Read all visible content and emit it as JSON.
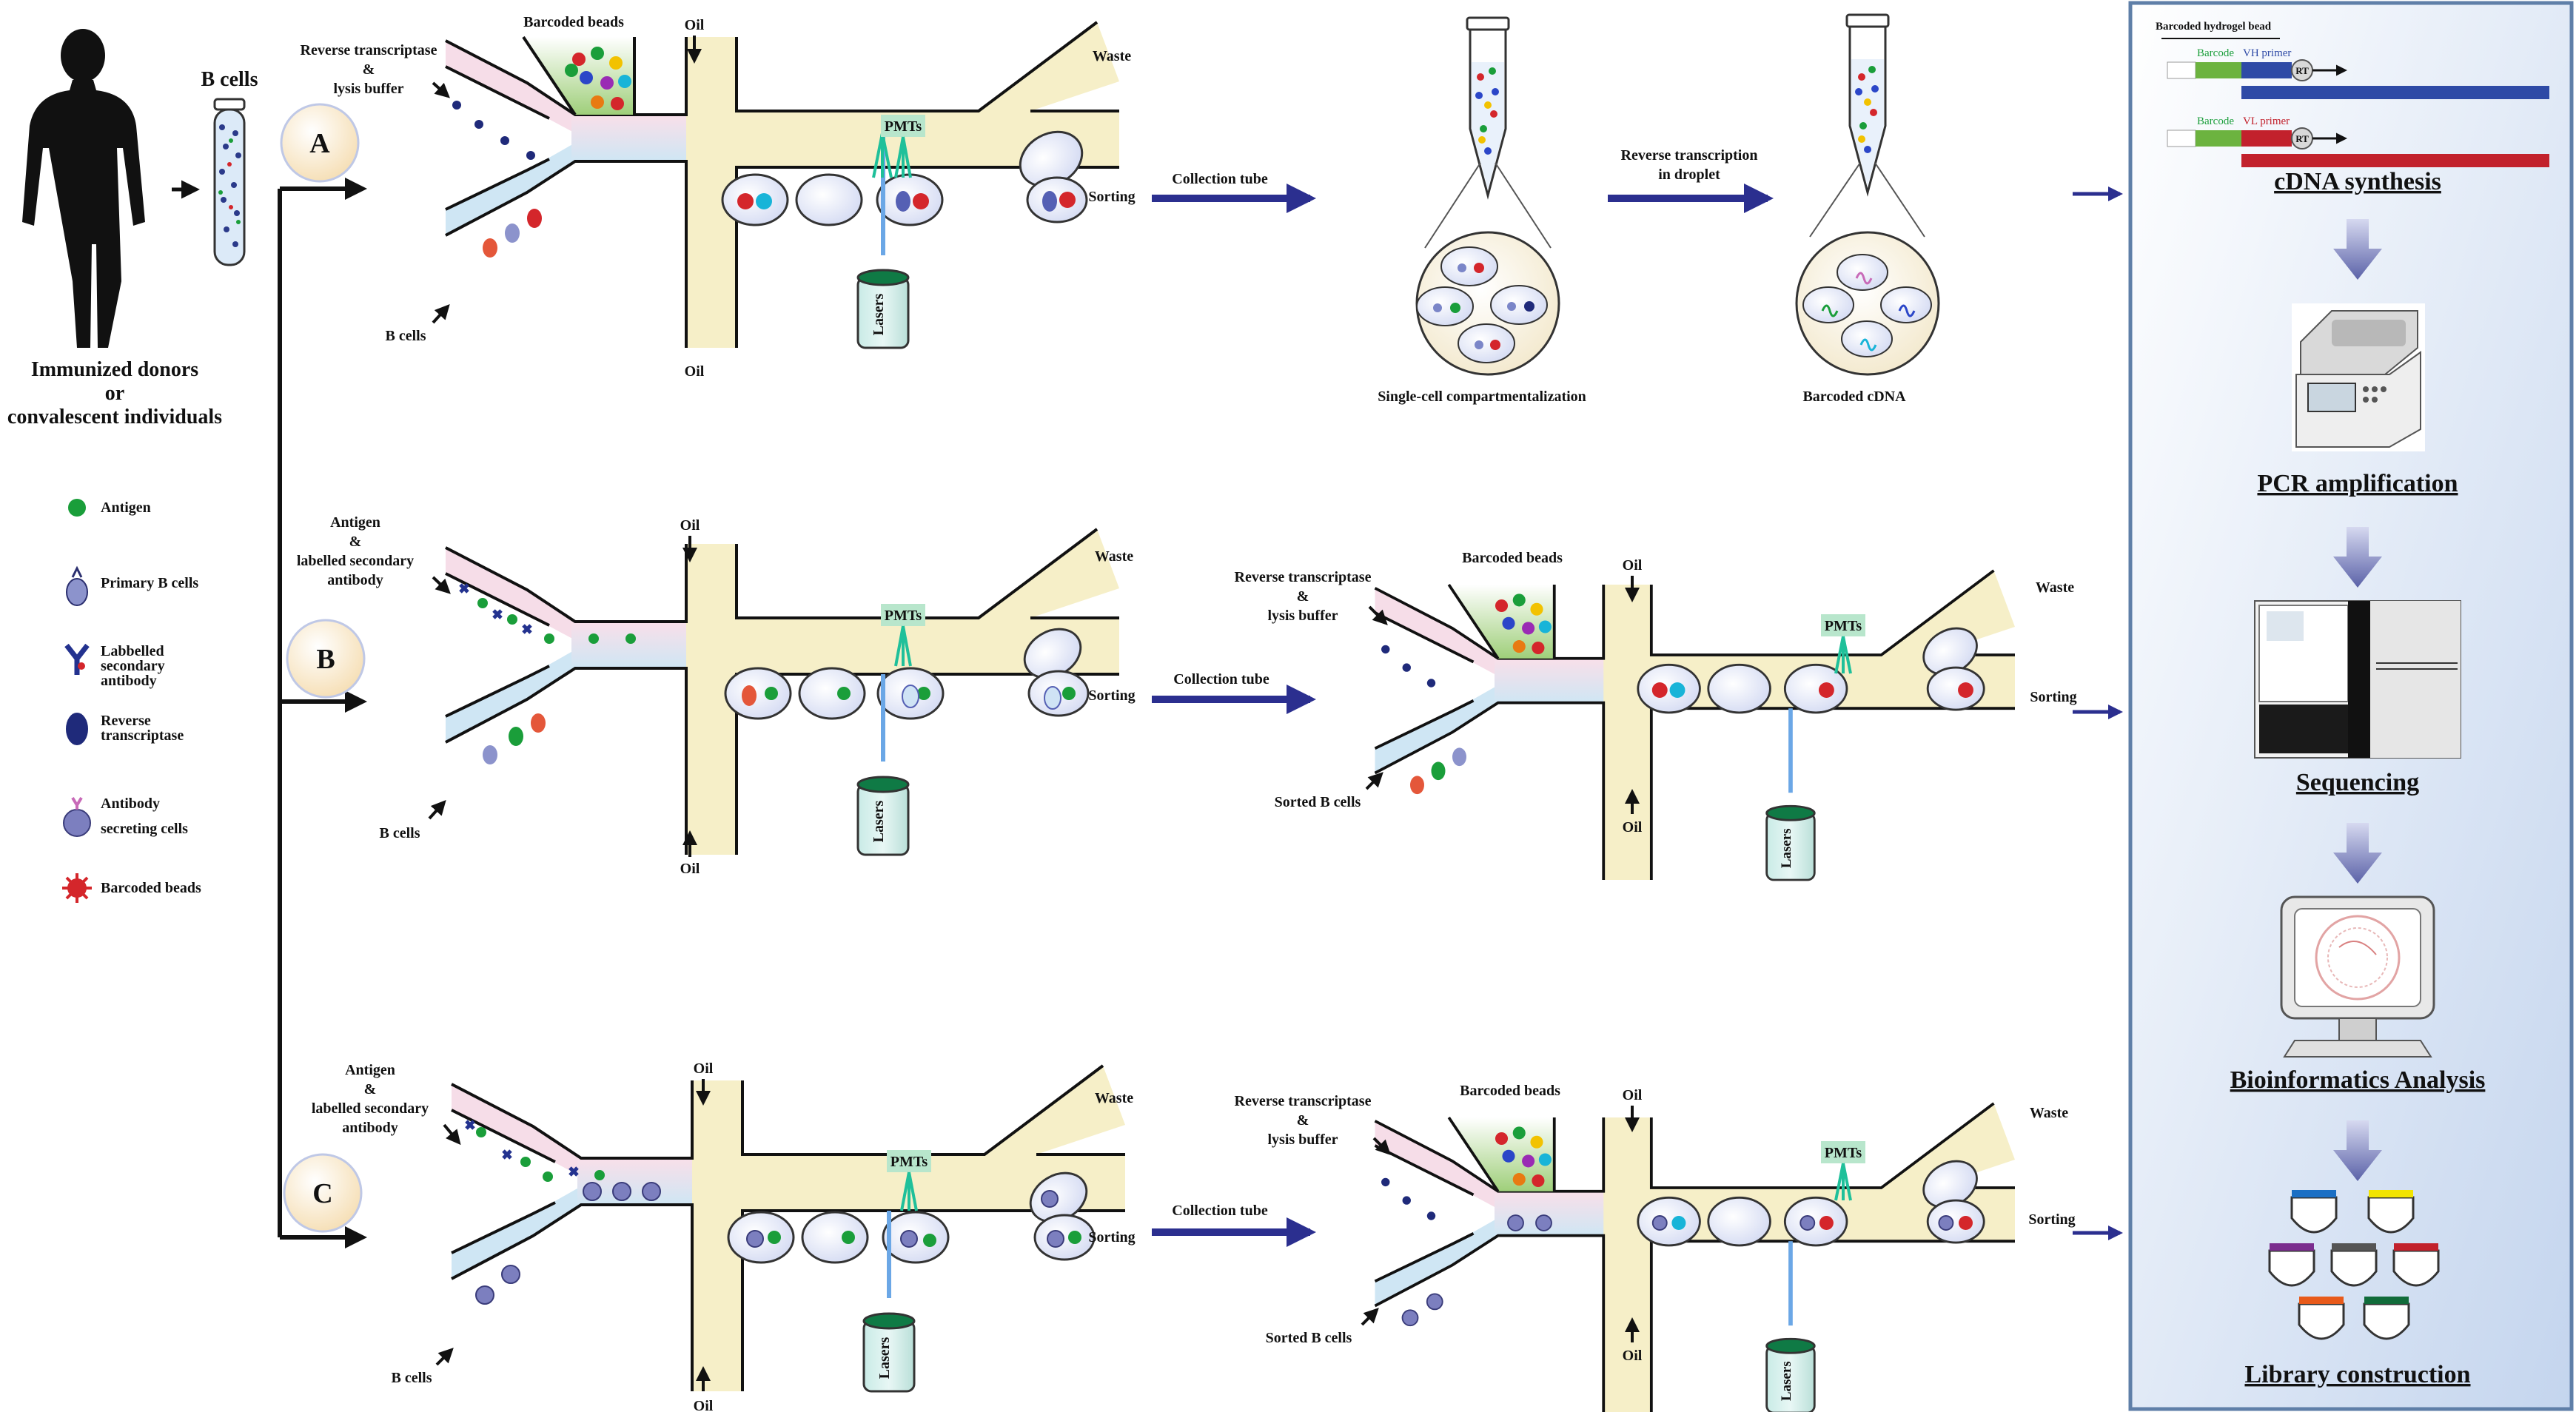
{
  "donors": {
    "title_line1": "Immunized donors",
    "title_line2": "or",
    "title_line3": "convalescent individuals",
    "bcells_label": "B cells"
  },
  "legend": [
    {
      "icon": "antigen-icon",
      "label": "Antigen",
      "color": "#1a9e3a"
    },
    {
      "icon": "primary-b-cell-icon",
      "label": "Primary B cells",
      "color": "#7b86c8"
    },
    {
      "icon": "secondary-antibody-icon",
      "label_line1": "Labbelled",
      "label_line2": "secondary",
      "label_line3": "antibody",
      "color": "#23328f"
    },
    {
      "icon": "reverse-transcriptase-icon",
      "label_line1": "Reverse",
      "label_line2": "transcriptase",
      "color": "#1f2a7a"
    },
    {
      "icon": "antibody-secreting-cell-icon",
      "label_line1": "Antibody",
      "label_line2": "secreting cells",
      "color": "#6c6fb2"
    },
    {
      "icon": "barcoded-bead-icon",
      "label": "Barcoded beads",
      "color": "#d4262b"
    }
  ],
  "routes": {
    "a": "A",
    "b": "B",
    "c": "C"
  },
  "chip_labels": {
    "rt_line1": "Reverse transcriptase",
    "rt_line2": "&",
    "rt_line3": "lysis buffer",
    "barcoded_beads": "Barcoded beads",
    "oil": "Oil",
    "waste": "Waste",
    "sorting": "Sorting",
    "pmts": "PMTs",
    "lasers": "Lasers",
    "b_cells": "B cells",
    "sorted_b_cells": "Sorted B cells",
    "antigen_line1": "Antigen",
    "antigen_line2": "&",
    "antigen_line3": "labelled secondary",
    "antigen_line4": "antibody",
    "collection_tube": "Collection tube"
  },
  "top_flow": {
    "single_cell": "Single-cell compartmentalization",
    "rt_droplet_line1": "Reverse transcription",
    "rt_droplet_line2": "in droplet",
    "barcoded_cdna": "Barcoded cDNA"
  },
  "right_panel": {
    "hydrogel_bead": "Barcoded hydrogel bead",
    "barcode_label": "Barcode",
    "vh_primer": "VH primer",
    "vl_primer": "VL primer",
    "rt": "RT",
    "steps": [
      "cDNA synthesis",
      "PCR amplification",
      "Sequencing",
      "Bioinformatics Analysis",
      "Library construction"
    ],
    "colors": {
      "barcode": "#6cb33f",
      "vh": "#2e4aa6",
      "vl": "#c2212c",
      "panel_top": "#ffffff",
      "panel_bottom": "#c9d8ef",
      "border": "#5f7fa8"
    }
  }
}
